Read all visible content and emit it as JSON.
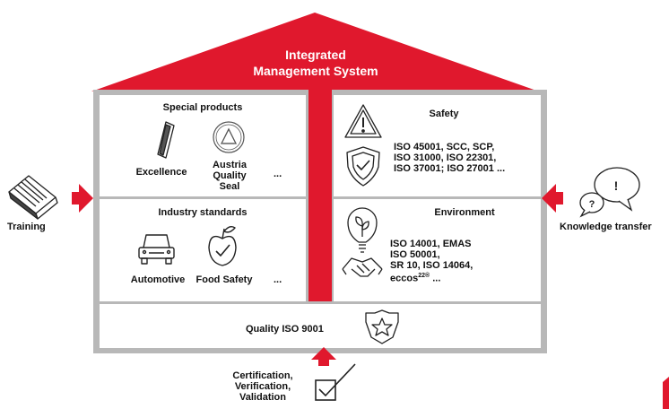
{
  "roof": {
    "title_line1": "Integrated",
    "title_line2": "Management System"
  },
  "special_products": {
    "heading": "Special products",
    "items": [
      "Excellence",
      "Austria Quality Seal"
    ],
    "more": "..."
  },
  "safety": {
    "heading": "Safety",
    "text": [
      "ISO 45001, SCC, SCP,",
      "ISO 31000, ISO 22301,",
      "ISO 37001; ISO 27001 ..."
    ]
  },
  "industry_standards": {
    "heading": "Industry standards",
    "items": [
      "Automotive",
      "Food Safety"
    ],
    "more": "..."
  },
  "environment": {
    "heading": "Environment",
    "text": [
      "ISO 14001, EMAS",
      "ISO 50001,",
      "SR 10, ISO 14064,",
      "eccos",
      "22®",
      " ..."
    ]
  },
  "foundation": {
    "label": "Quality ISO 9001"
  },
  "left_input": {
    "label": "Training"
  },
  "right_input": {
    "label": "Knowledge transfer"
  },
  "bottom_input": {
    "lines": [
      "Certification,",
      "Verification,",
      "Validation"
    ]
  },
  "colors": {
    "accent": "#e0182d",
    "frame": "#b8b8b8",
    "panel": "#ffffff",
    "text": "#111111"
  }
}
